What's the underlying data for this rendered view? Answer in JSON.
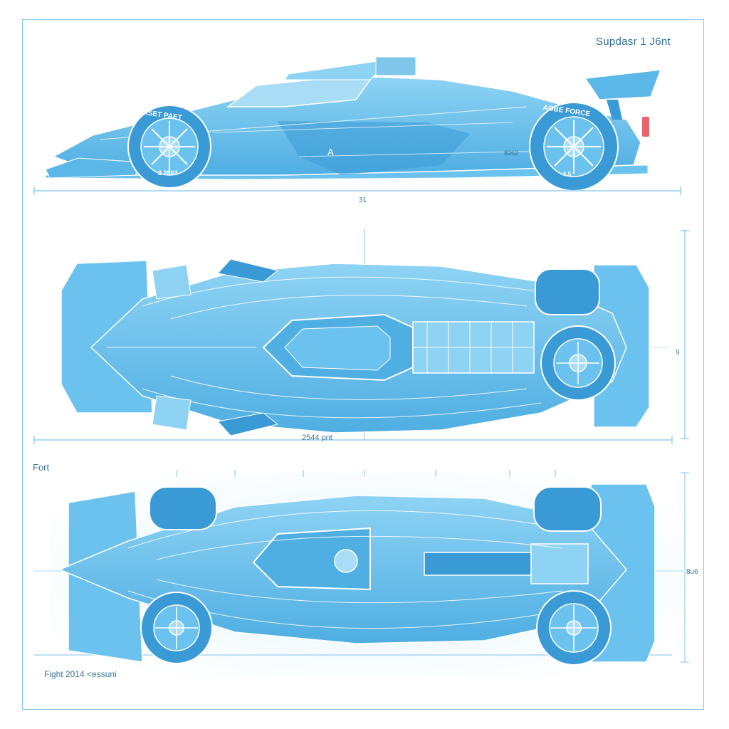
{
  "sheet": {
    "title": "Supdasr 1 J6nt",
    "side_dimension": "31",
    "top_dimension_horizontal": "2544 pnt",
    "top_dimension_vertical": "9",
    "bottom_view_label": "Fort",
    "bottom_dimension_vertical": "8u6",
    "footer_label": "Fight 2014 <essuni"
  },
  "side_view": {
    "front_tire_text": "ASET PAET",
    "front_tire_text_lower": "2 2862",
    "rear_tire_text": "AGBE FORCE",
    "rear_tire_text_lower": "4 5",
    "body_letter": "A",
    "rear_code": "8262"
  },
  "colors": {
    "line": "#7fc6ea",
    "body": "#6cc2ee",
    "body_light": "#a9dcf5",
    "body_dark": "#3a9ad6",
    "detail": "#ffffff",
    "accent_red": "#e04a55",
    "text": "#2f6f93"
  }
}
